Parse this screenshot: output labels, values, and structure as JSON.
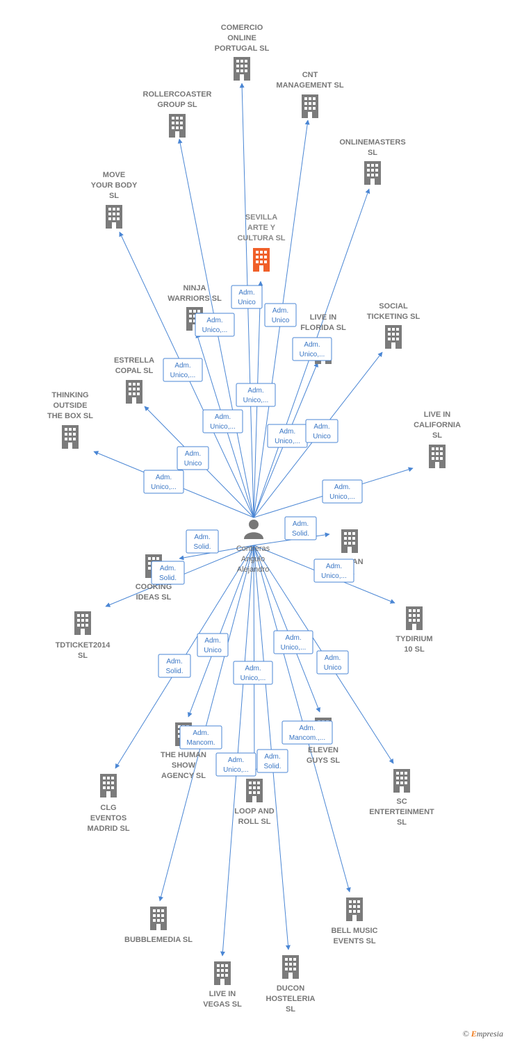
{
  "colors": {
    "edge": "#4a86d4",
    "building": "#7b7b7b",
    "highlight": "#f0602a",
    "person": "#777777"
  },
  "person": {
    "lines": [
      "Contreras",
      "Angulo",
      "Alejandro"
    ],
    "icon": "person-icon"
  },
  "nodes": [
    {
      "id": "comercio-online-portugal",
      "lines": [
        "COMERCIO",
        "ONLINE",
        "PORTUGAL  SL"
      ]
    },
    {
      "id": "cnt-management",
      "lines": [
        "CNT",
        "MANAGEMENT SL"
      ]
    },
    {
      "id": "rollercoaster-group",
      "lines": [
        "ROLLERCOASTER",
        "GROUP  SL"
      ]
    },
    {
      "id": "onlinemasters",
      "lines": [
        "ONLINEMASTERS",
        "SL"
      ]
    },
    {
      "id": "move-your-body",
      "lines": [
        "MOVE",
        "YOUR BODY",
        "SL"
      ]
    },
    {
      "id": "sevilla-arte-y-cultura",
      "lines": [
        "SEVILLA",
        "ARTE Y",
        "CULTURA  SL"
      ],
      "highlight": true
    },
    {
      "id": "ninja-warriors",
      "lines": [
        "NINJA",
        "WARRIORS  SL"
      ]
    },
    {
      "id": "live-in-florida",
      "lines": [
        "LIVE IN",
        "FLORIDA  SL"
      ]
    },
    {
      "id": "social-ticketing",
      "lines": [
        "SOCIAL",
        "TICKETING  SL"
      ]
    },
    {
      "id": "estrella-copal",
      "lines": [
        "ESTRELLA",
        "COPAL  SL"
      ]
    },
    {
      "id": "thinking-outside-the-box",
      "lines": [
        "THINKING",
        "OUTSIDE",
        "THE BOX  SL"
      ]
    },
    {
      "id": "live-in-california",
      "lines": [
        "LIVE IN",
        "CALIFORNIA",
        "SL"
      ]
    },
    {
      "id": "vegan",
      "lines": [
        "VEGAN",
        "SL"
      ]
    },
    {
      "id": "cooking-ideas",
      "lines": [
        "COOKING",
        "IDEAS  SL"
      ]
    },
    {
      "id": "tydirium-10",
      "lines": [
        "TYDIRIUM",
        "10  SL"
      ]
    },
    {
      "id": "tdticket2014",
      "lines": [
        "TDTICKET2014",
        "SL"
      ]
    },
    {
      "id": "the-human-show-agency",
      "lines": [
        "THE HUMAN",
        "SHOW",
        "AGENCY SL"
      ]
    },
    {
      "id": "eleven-guys",
      "lines": [
        "ELEVEN",
        "GUYS  SL"
      ]
    },
    {
      "id": "sc-enterteinment",
      "lines": [
        "SC",
        "ENTERTEINMENT",
        "SL"
      ]
    },
    {
      "id": "clg-eventos-madrid",
      "lines": [
        "CLG",
        "EVENTOS",
        "MADRID SL"
      ]
    },
    {
      "id": "loop-and-roll",
      "lines": [
        "LOOP AND",
        "ROLL  SL"
      ]
    },
    {
      "id": "bubblemedia",
      "lines": [
        "BUBBLEMEDIA SL"
      ]
    },
    {
      "id": "bell-music-events",
      "lines": [
        "BELL MUSIC",
        "EVENTS  SL"
      ]
    },
    {
      "id": "live-in-vegas",
      "lines": [
        "LIVE IN",
        "VEGAS  SL"
      ]
    },
    {
      "id": "ducon-hosteleria",
      "lines": [
        "DUCON",
        "HOSTELERIA",
        "SL"
      ]
    }
  ],
  "roles": [
    {
      "node": "comercio-online-portugal",
      "lines": [
        "Adm.",
        "Unico"
      ]
    },
    {
      "node": "cnt-management",
      "lines": [
        "Adm.",
        "Unico"
      ]
    },
    {
      "node": "rollercoaster-group",
      "lines": [
        "Adm.",
        "Unico,..."
      ]
    },
    {
      "node": "onlinemasters",
      "lines": [
        "Adm.",
        "Unico,..."
      ]
    },
    {
      "node": "move-your-body",
      "lines": [
        "Adm.",
        "Unico,..."
      ]
    },
    {
      "node": "sevilla-arte-y-cultura",
      "lines": [
        "Adm.",
        "Unico,..."
      ]
    },
    {
      "node": "ninja-warriors",
      "lines": [
        "Adm.",
        "Unico,..."
      ]
    },
    {
      "node": "live-in-florida",
      "lines": [
        "Adm.",
        "Unico,..."
      ]
    },
    {
      "node": "social-ticketing",
      "lines": [
        "Adm.",
        "Unico"
      ]
    },
    {
      "node": "estrella-copal",
      "lines": [
        "Adm.",
        "Unico"
      ]
    },
    {
      "node": "thinking-outside-the-box",
      "lines": [
        "Adm.",
        "Unico,..."
      ]
    },
    {
      "node": "live-in-california",
      "lines": [
        "Adm.",
        "Unico,..."
      ]
    },
    {
      "node": "vegan",
      "lines": [
        "Adm.",
        "Solid."
      ]
    },
    {
      "node": "cooking-ideas",
      "lines": [
        "Adm.",
        "Solid."
      ]
    },
    {
      "node": "tydirium-10",
      "lines": [
        "Adm.",
        "Unico,..."
      ]
    },
    {
      "node": "tdticket2014",
      "lines": [
        "Adm.",
        "Solid."
      ]
    },
    {
      "node": "the-human-show-agency",
      "lines": [
        "Adm.",
        "Unico"
      ]
    },
    {
      "node": "eleven-guys",
      "lines": [
        "Adm.",
        "Unico,..."
      ]
    },
    {
      "node": "sc-enterteinment",
      "lines": [
        "Adm.",
        "Unico"
      ]
    },
    {
      "node": "clg-eventos-madrid",
      "lines": [
        "Adm.",
        "Solid."
      ]
    },
    {
      "node": "loop-and-roll",
      "lines": [
        "Adm.",
        "Unico,..."
      ]
    },
    {
      "node": "bubblemedia",
      "lines": [
        "Adm.",
        "Mancom."
      ]
    },
    {
      "node": "bell-music-events",
      "lines": [
        "Adm.",
        "Mancom.,..."
      ]
    },
    {
      "node": "live-in-vegas",
      "lines": [
        "Adm.",
        "Unico,..."
      ]
    },
    {
      "node": "ducon-hosteleria",
      "lines": [
        "Adm.",
        "Solid."
      ]
    }
  ],
  "footer": {
    "copyright": "©",
    "brand_initial": "E",
    "brand_rest": "mpresia"
  }
}
